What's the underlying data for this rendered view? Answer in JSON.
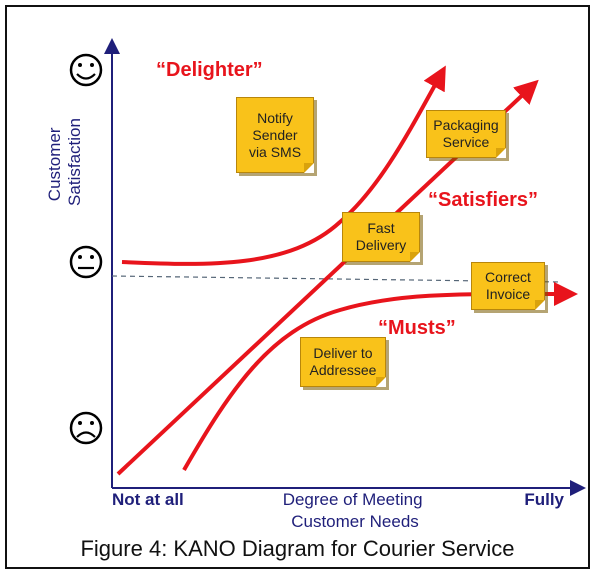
{
  "y_axis_label": [
    "Customer",
    "Satisfaction"
  ],
  "x_axis": {
    "left_label": "Not at all",
    "center_label": [
      "Degree of Meeting",
      "Customer Needs"
    ],
    "right_label": "Fully"
  },
  "faces": [
    "happy-face",
    "neutral-face",
    "sad-face"
  ],
  "curves": {
    "delighter": "“Delighter”",
    "satisfiers": "“Satisfiers”",
    "musts": "“Musts”"
  },
  "notes": {
    "notify": [
      "Notify",
      "Sender",
      "via SMS"
    ],
    "packaging": [
      "Packaging",
      "Service"
    ],
    "fast": [
      "Fast",
      "Delivery"
    ],
    "correct": [
      "Correct",
      "Invoice"
    ],
    "deliver": [
      "Deliver to",
      "Addressee"
    ]
  },
  "caption": "Figure 4: KANO Diagram for Courier Service",
  "colors": {
    "curve": "#e8141c",
    "axis": "#1f1f7a",
    "note": "#f9c21a",
    "label": "#1f1f7a"
  }
}
